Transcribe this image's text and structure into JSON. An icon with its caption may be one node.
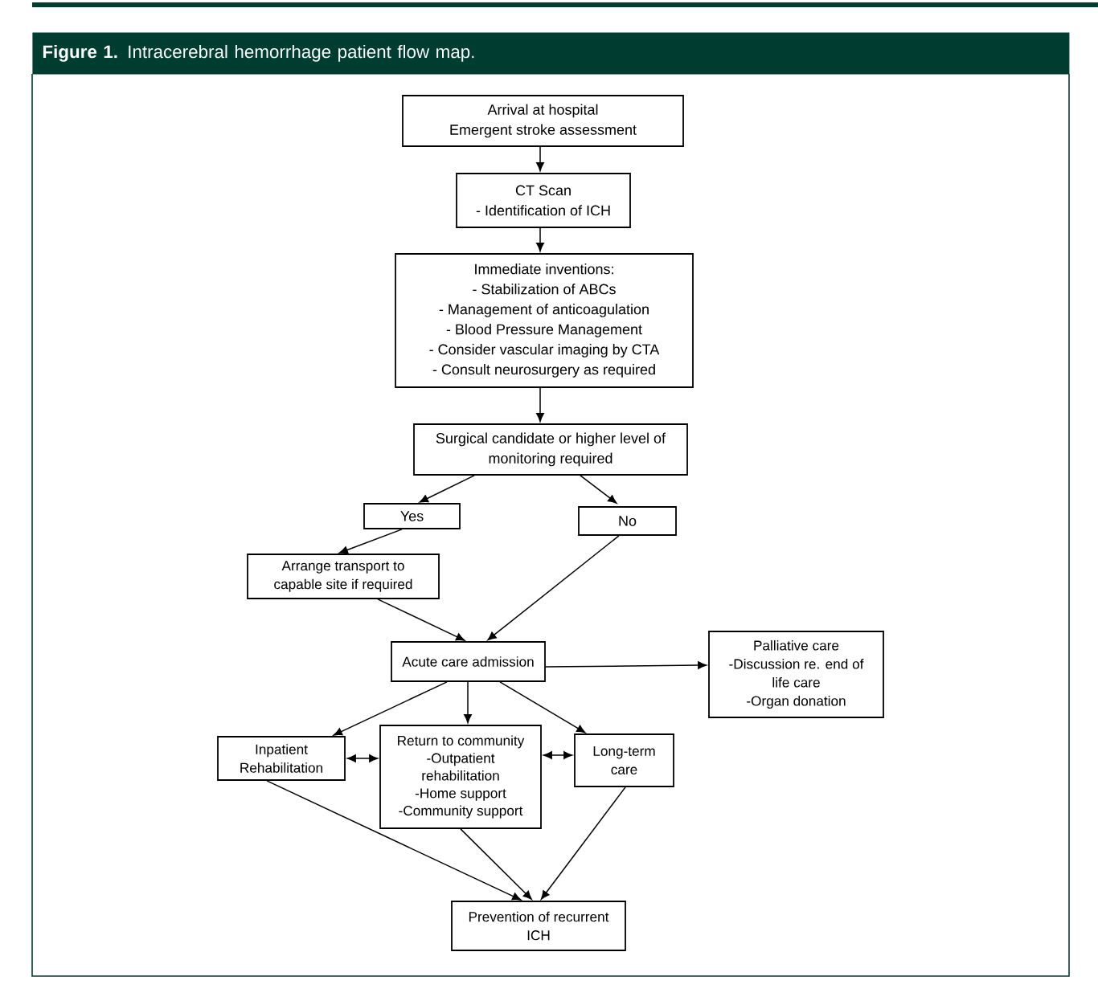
{
  "diagram": {
    "title": "**Figure 1.** Intracerebral hemorrhage patient flow map.",
    "nodes": [
      {
        "text": [
          "Arrival at hospital",
          "Emergent stroke assessment"
        ]
      },
      {
        "text": [
          "CT Scan",
          "- Identification of ICH"
        ]
      },
      {
        "text": [
          "Immediate inventions:",
          "- Stabilization of ABCs",
          "- Management of anticoagulation",
          "- Blood Pressure Management",
          "- Consider vascular imaging by CTA",
          "- Consult neurosurgery as required"
        ]
      },
      {
        "text": [
          "Surgical candidate or higher level of monitoring required"
        ]
      },
      {
        "text": [
          "Yes"
        ]
      },
      {
        "text": [
          "No"
        ]
      },
      {
        "text": [
          "Arrange transport to capable site if required"
        ]
      },
      {
        "text": [
          "Acute care admission"
        ]
      },
      {
        "text": [
          "Palliative care",
          "-Discussion re. end of life care",
          "-Organ donation"
        ]
      },
      {
        "text": [
          "Inpatient Rehabilitation"
        ]
      },
      {
        "text": [
          "Return to community",
          "-Outpatient rehabilitation",
          "-Home support",
          "-Community support"
        ]
      },
      {
        "text": [
          "Long-term care"
        ]
      },
      {
        "text": [
          "Prevention of recurrent ICH"
        ]
      }
    ],
    "edges": [
      {
        "from": 0,
        "to": 1,
        "arrow": "to"
      },
      {
        "from": 1,
        "to": 2,
        "arrow": "to"
      },
      {
        "from": 2,
        "to": 3,
        "arrow": "to"
      },
      {
        "from": 3,
        "to": 4,
        "arrow": "to"
      },
      {
        "from": 3,
        "to": 5,
        "arrow": "to"
      },
      {
        "from": 4,
        "to": 6,
        "arrow": "to"
      },
      {
        "from": 6,
        "to": 7,
        "arrow": "to"
      },
      {
        "from": 5,
        "to": 7,
        "arrow": "to"
      },
      {
        "from": 7,
        "to": 8,
        "arrow": "to"
      },
      {
        "from": 7,
        "to": 9,
        "arrow": "to"
      },
      {
        "from": 7,
        "to": 10,
        "arrow": "to"
      },
      {
        "from": 7,
        "to": 11,
        "arrow": "to"
      },
      {
        "from": 9,
        "to": 10,
        "arrow": "both"
      },
      {
        "from": 10,
        "to": 11,
        "arrow": "both"
      },
      {
        "from": 9,
        "to": 12,
        "arrow": "to"
      },
      {
        "from": 10,
        "to": 12,
        "arrow": "to"
      },
      {
        "from": 11,
        "to": 12,
        "arrow": "to"
      }
    ]
  }
}
